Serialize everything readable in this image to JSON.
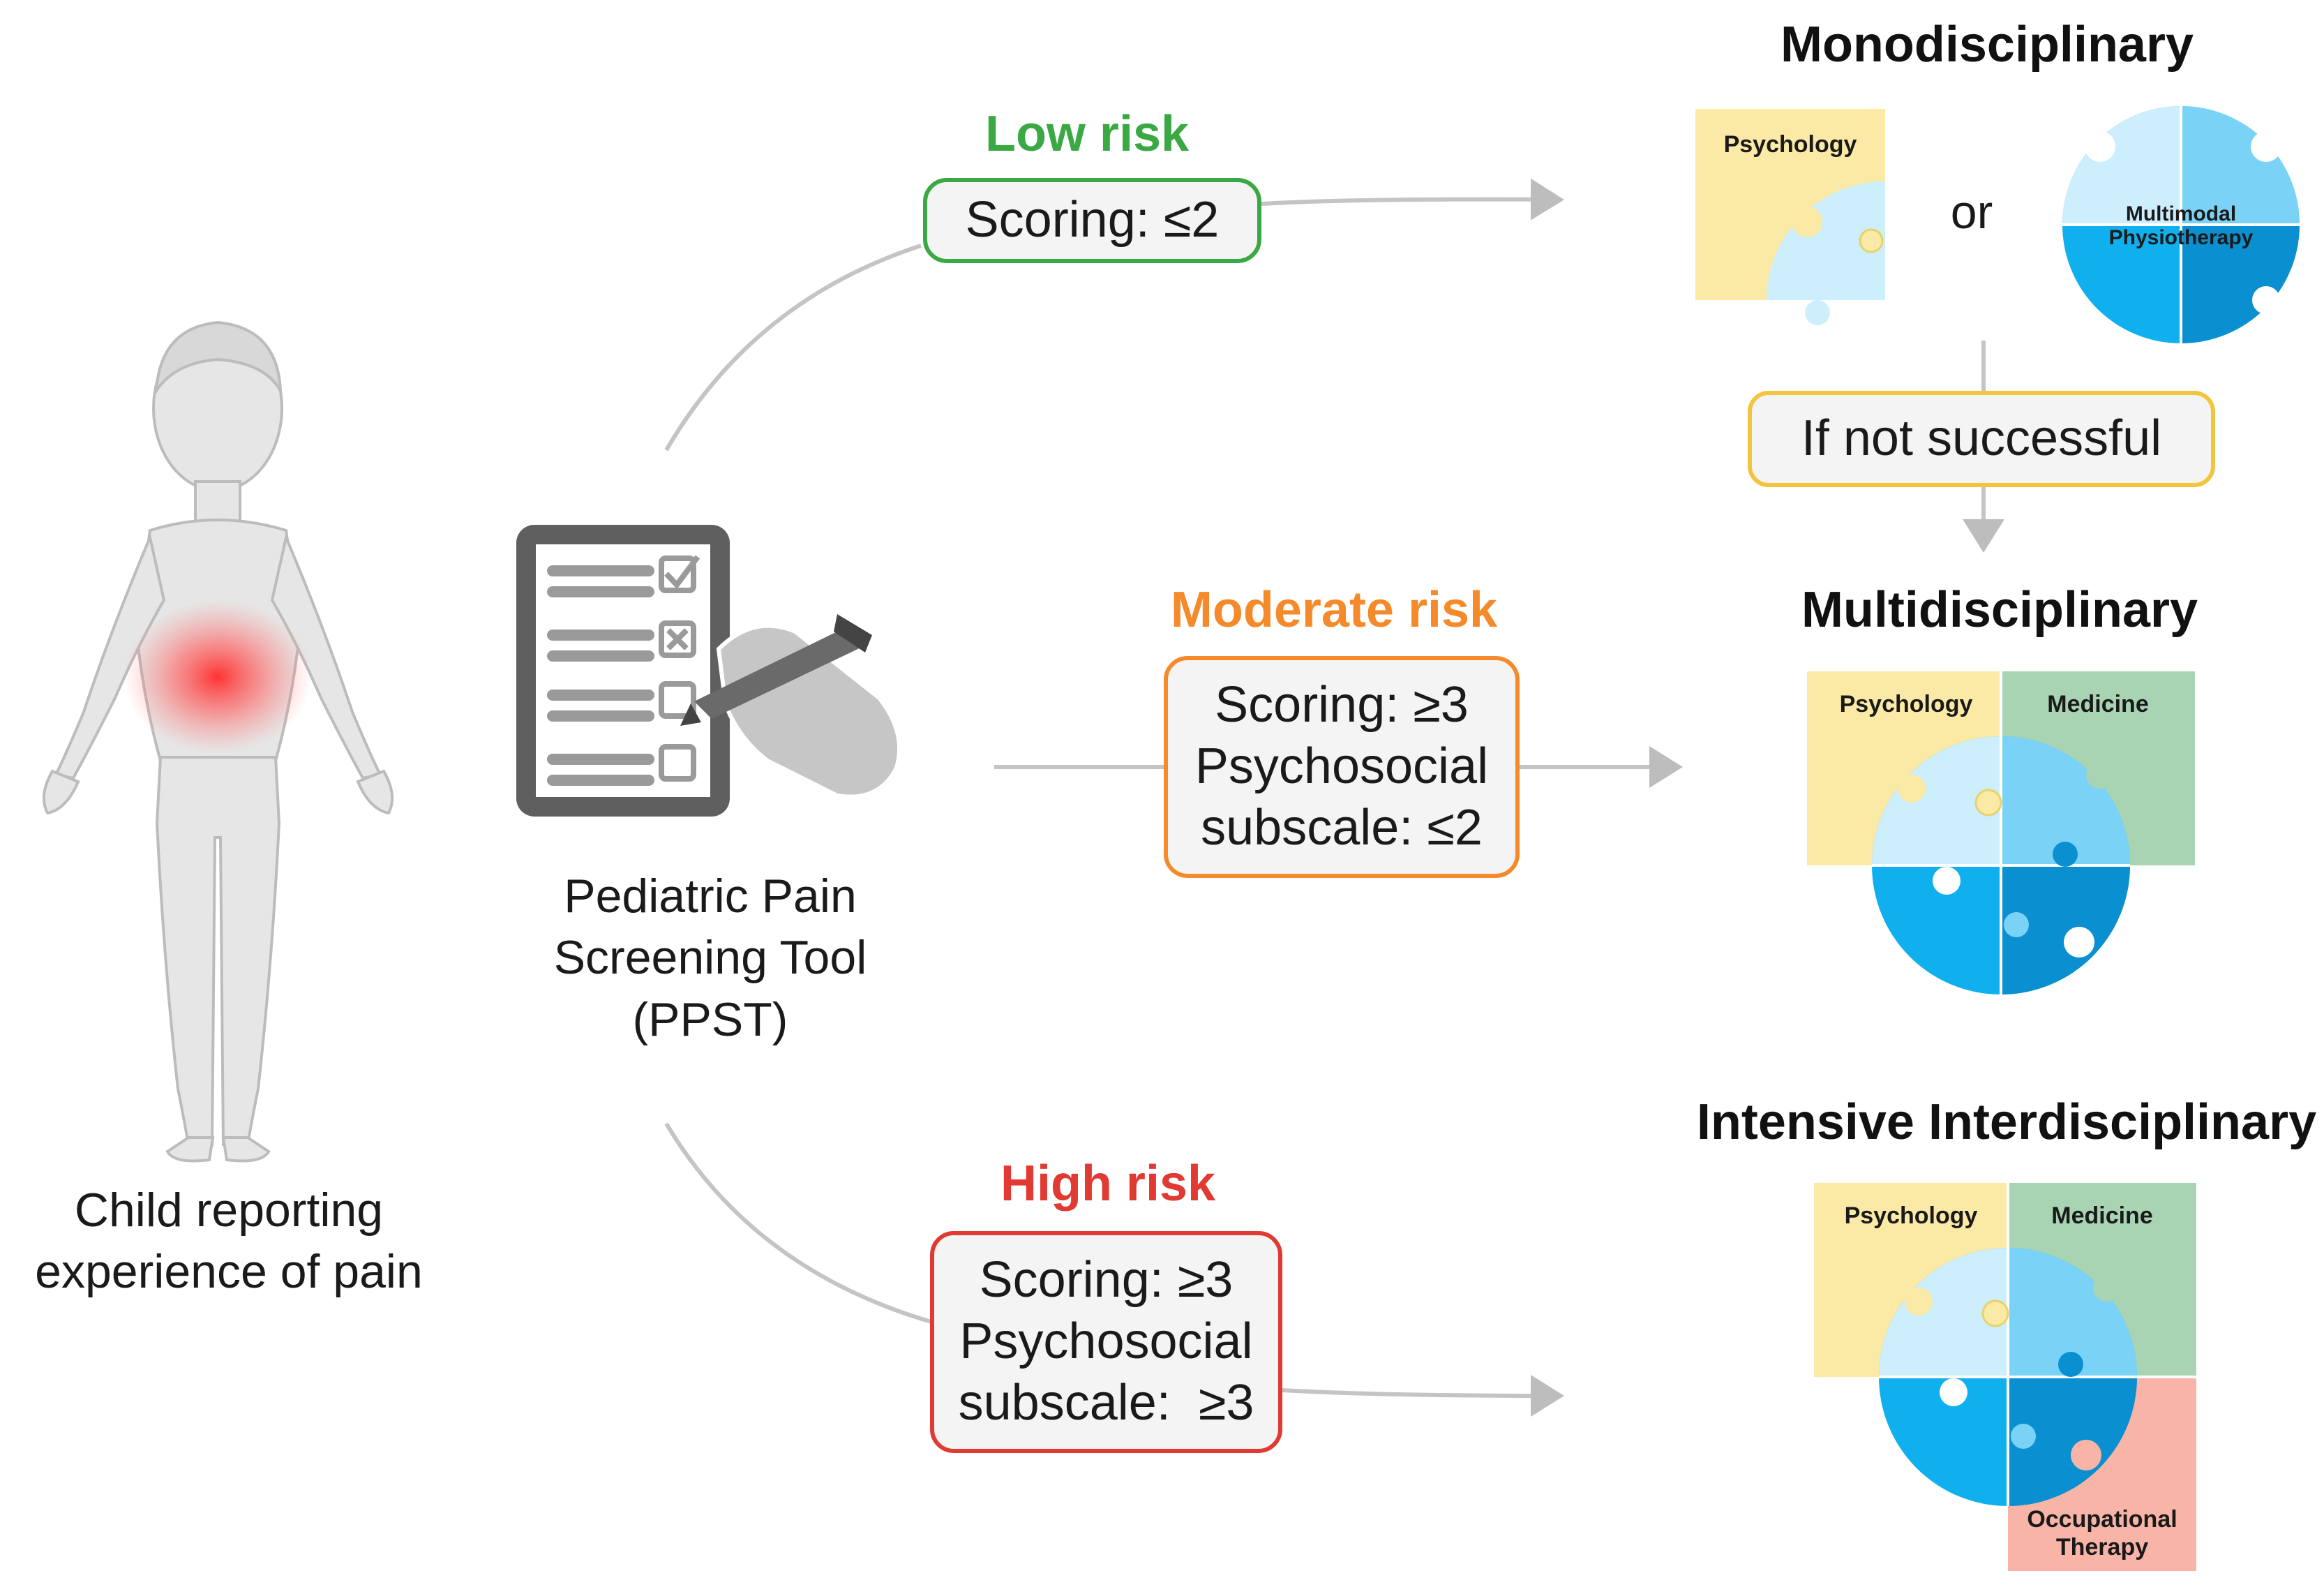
{
  "left": {
    "caption_line1": "Child reporting",
    "caption_line2": "experience of pain"
  },
  "tool": {
    "line1": "Pediatric Pain",
    "line2": "Screening Tool",
    "line3": "(PPST)"
  },
  "low": {
    "label": "Low risk",
    "line1": "Scoring: ≤2",
    "color": "#3aa843"
  },
  "moderate": {
    "label": "Moderate risk",
    "line1": "Scoring: ≥3",
    "line2": "Psychosocial",
    "line3": "subscale: ≤2",
    "color": "#f58a2a"
  },
  "high": {
    "label": "High risk",
    "line1": "Scoring: ≥3",
    "line2": "Psychosocial",
    "line3": "subscale:  ≥3",
    "color": "#e03a32"
  },
  "mono": {
    "title": "Monodisciplinary",
    "psychology": "Psychology",
    "or": "or",
    "multimodal_line1": "Multimodal",
    "multimodal_line2": "Physiotherapy"
  },
  "fallback": {
    "label": "If not successful",
    "color": "#f2c53d"
  },
  "multi": {
    "title": "Multidisciplinary",
    "psychology": "Psychology",
    "medicine": "Medicine"
  },
  "inter": {
    "title": "Intensive Interdisciplinary",
    "psychology": "Psychology",
    "medicine": "Medicine",
    "ot_line1": "Occupational",
    "ot_line2": "Therapy"
  },
  "colors": {
    "psychology_bg": "#fbeaa6",
    "medicine_bg": "#a8d4b4",
    "ot_bg": "#f8b4a6",
    "puzzle_light": "#cdeefc",
    "puzzle_mid": "#7ad3f7",
    "puzzle_blue": "#10b0ee",
    "puzzle_dark": "#0a8fd0"
  }
}
